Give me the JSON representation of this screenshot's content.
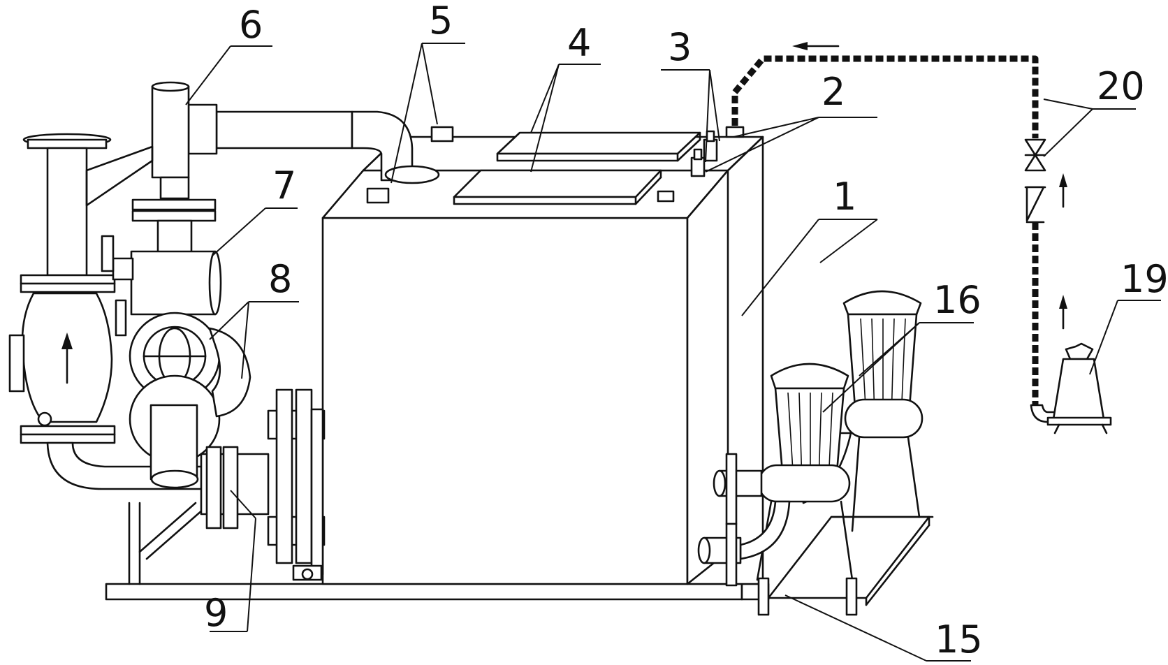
{
  "diagram": {
    "labels": {
      "l1": "1",
      "l2": "2",
      "l3": "3",
      "l4": "4",
      "l5": "5",
      "l6": "6",
      "l7": "7",
      "l8": "8",
      "l9": "9",
      "l15": "15",
      "l16": "16",
      "l19": "19",
      "l20": "20"
    }
  }
}
